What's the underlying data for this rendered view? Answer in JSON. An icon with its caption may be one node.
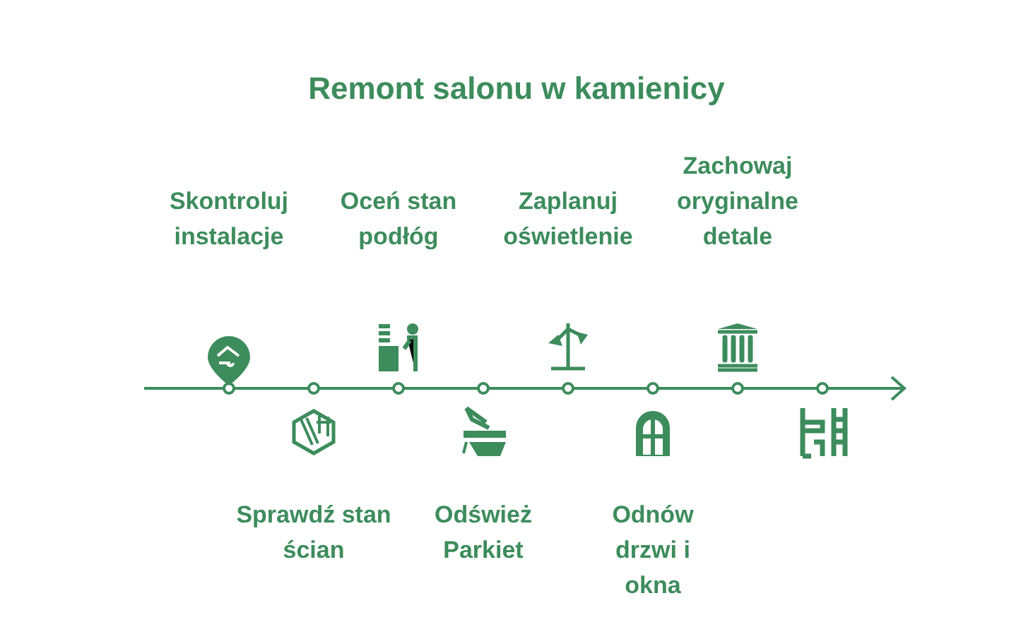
{
  "diagram": {
    "title": "Remont salonu w kamienicy",
    "nodes": [
      {
        "text": [
          "Skontroluj instalacje"
        ]
      },
      {
        "text": [
          "Sprawdź stan ścian"
        ]
      },
      {
        "text": [
          "Oceń stan podłóg"
        ]
      },
      {
        "text": [
          "Odśwież Parkiet"
        ]
      },
      {
        "text": [
          "Zaplanuj oświetlenie"
        ]
      },
      {
        "text": [
          "Odnów drzwi i okna"
        ]
      },
      {
        "text": [
          "Zachowaj oryginalne detale"
        ]
      }
    ]
  }
}
